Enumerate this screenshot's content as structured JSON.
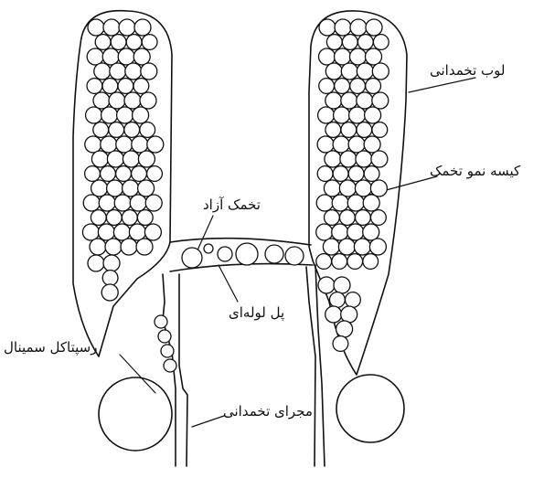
{
  "labels": {
    "ovarian_lobe": "لوب تخمدانی",
    "egg_sac": "کیسه نمو تخمک",
    "free_egg": "تخمک آزاد",
    "tubular_bridge": "پل لوله‌ای",
    "seminal_receptacle": "رسپتاکل سمینال",
    "oviduct": "مجرای تخمدانی"
  },
  "colors": {
    "ink": "#111111",
    "egg_fill": "#ffffff",
    "background": "#ffffff"
  }
}
